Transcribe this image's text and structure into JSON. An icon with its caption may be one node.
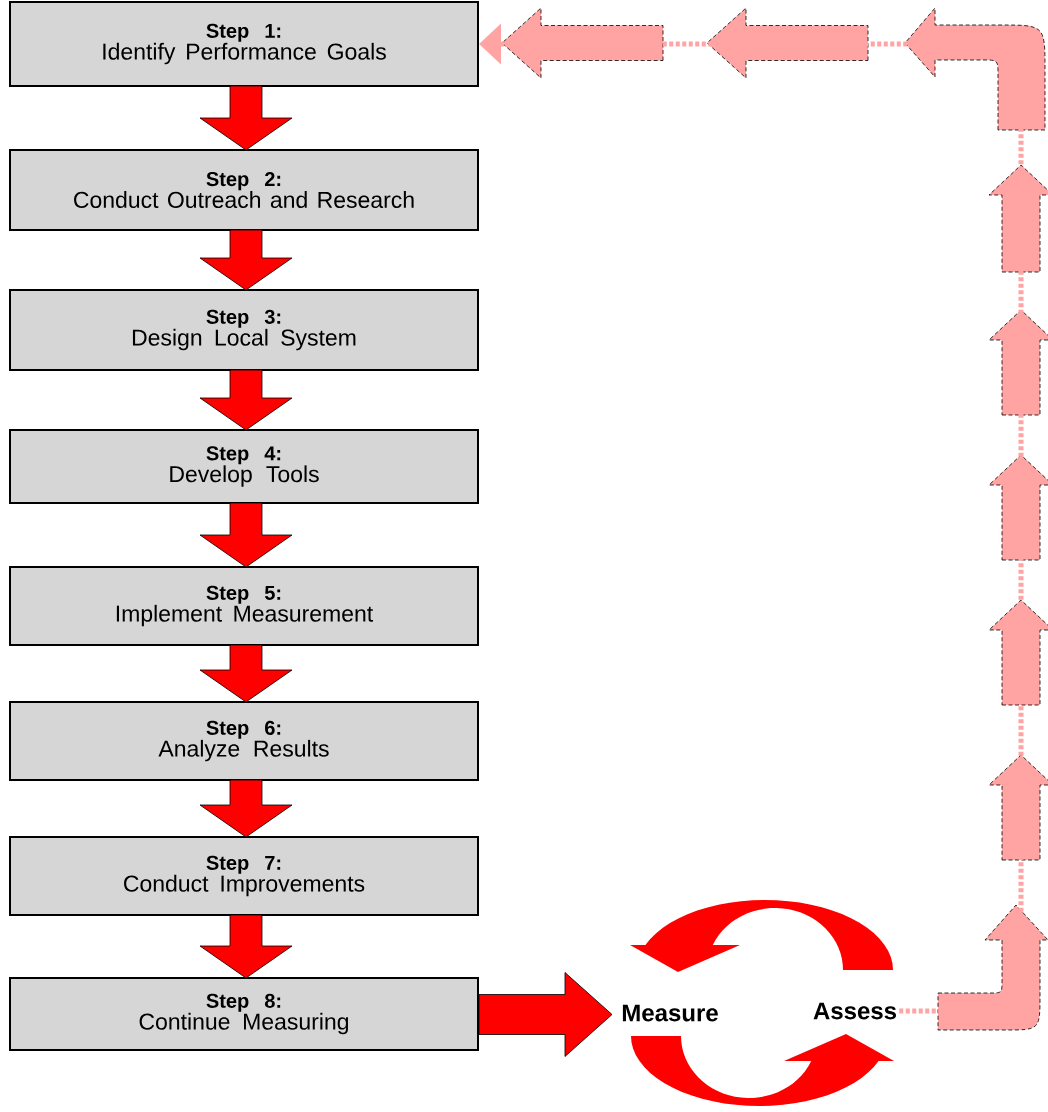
{
  "diagram": {
    "nodes": [
      {
        "text": [
          "Step 1:",
          "Identify Performance Goals"
        ]
      },
      {
        "text": [
          "Step 2:",
          "Conduct Outreach and Research"
        ]
      },
      {
        "text": [
          "Step 3:",
          "Design Local System"
        ]
      },
      {
        "text": [
          "Step 4:",
          "Develop Tools"
        ]
      },
      {
        "text": [
          "Step 5:",
          "Implement Measurement"
        ]
      },
      {
        "text": [
          "Step 6:",
          "Analyze Results"
        ]
      },
      {
        "text": [
          "Step 7:",
          "Conduct Improvements"
        ]
      },
      {
        "text": [
          "Step 8:",
          "Continue Measuring"
        ]
      },
      {
        "text": [
          "Measure"
        ]
      },
      {
        "text": [
          "Assess"
        ]
      }
    ],
    "edges": [
      {
        "from": 0,
        "to": 1,
        "arrow": "to"
      },
      {
        "from": 1,
        "to": 2,
        "arrow": "to"
      },
      {
        "from": 2,
        "to": 3,
        "arrow": "to"
      },
      {
        "from": 3,
        "to": 4,
        "arrow": "to"
      },
      {
        "from": 4,
        "to": 5,
        "arrow": "to"
      },
      {
        "from": 5,
        "to": 6,
        "arrow": "to"
      },
      {
        "from": 6,
        "to": 7,
        "arrow": "to"
      },
      {
        "from": 7,
        "to": 8,
        "arrow": "to"
      },
      {
        "from": 8,
        "to": 9,
        "arrow": "to"
      },
      {
        "from": 9,
        "to": 8,
        "arrow": "to"
      },
      {
        "from": 9,
        "to": 0,
        "arrow": "to",
        "style": "dashed",
        "color": "#ffa3a3"
      }
    ]
  }
}
